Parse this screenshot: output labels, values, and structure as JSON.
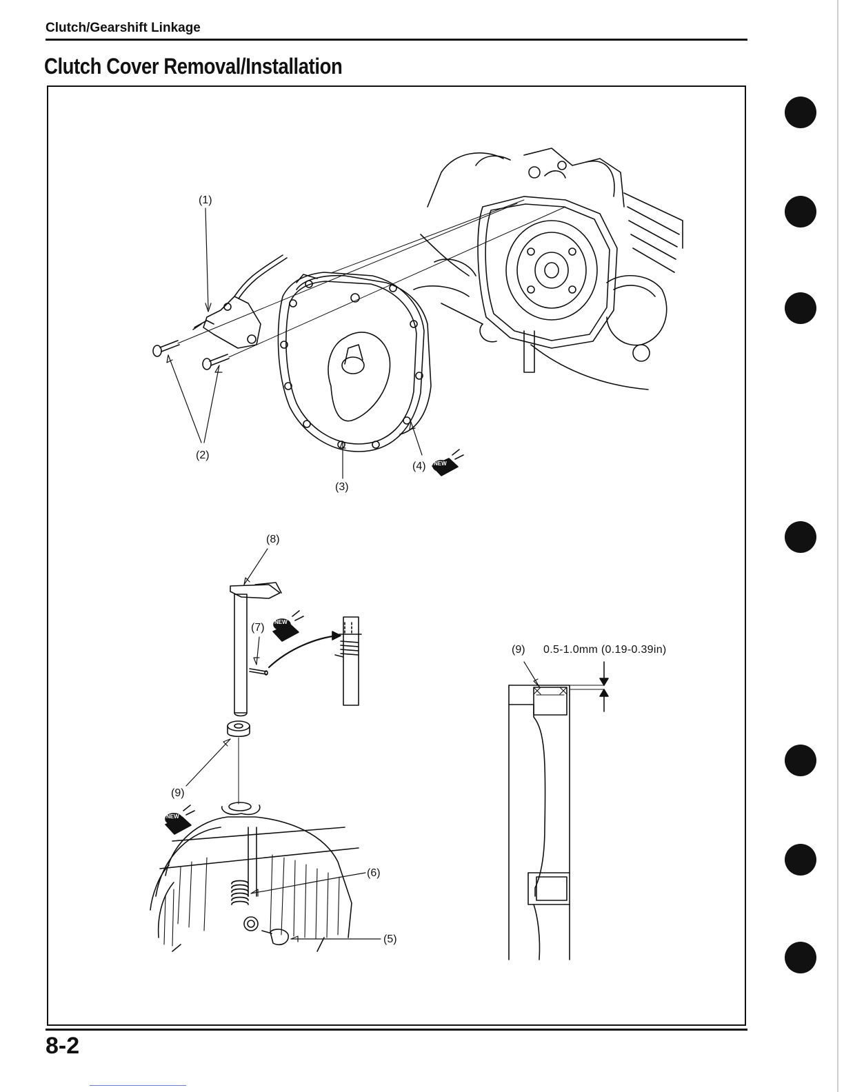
{
  "header": {
    "section": "Clutch/Gearshift Linkage"
  },
  "title": "Clutch Cover Removal/Installation",
  "page_number": "8-2",
  "callouts": {
    "c1": "(1)",
    "c2": "(2)",
    "c3": "(3)",
    "c4": "(4)",
    "c5": "(5)",
    "c6": "(6)",
    "c7": "(7)",
    "c8": "(8)",
    "c9": "(9)",
    "c9b": "(9)"
  },
  "badges": {
    "new": "NEW"
  },
  "spec": {
    "seal_depth": "0.5-1.0mm (0.19-0.39in)"
  },
  "tabs": [
    "black-tab",
    "black-tab",
    "black-tab",
    "black-tab",
    "black-tab",
    "black-tab",
    "black-tab"
  ]
}
